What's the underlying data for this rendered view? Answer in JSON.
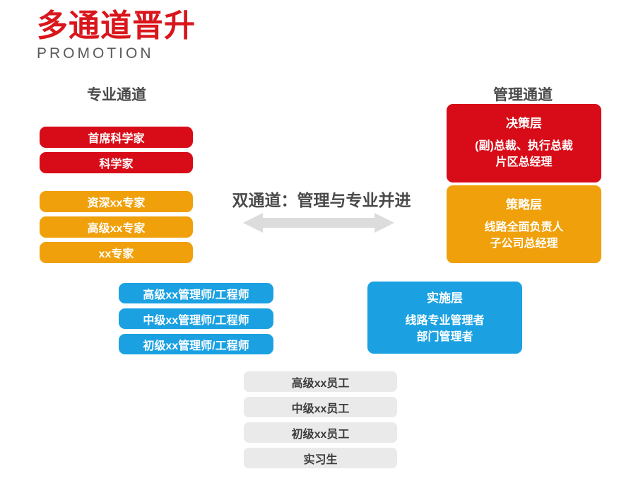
{
  "title": {
    "main": "多通道晋升",
    "sub": "PROMOTION",
    "accent_color": "#d9161c"
  },
  "headings": {
    "professional": "专业通道",
    "management": "管理通道"
  },
  "center": {
    "label": "双通道：管理与专业并进",
    "arrow": "double-headed-horizontal-arrow",
    "arrow_color": "#dcdcdc"
  },
  "colors": {
    "red": "#d80c18",
    "orange": "#f0a00a",
    "blue": "#1ba1e2",
    "grey": "#eaeaea",
    "text_dark": "#4a4a4a"
  },
  "professional_track": [
    {
      "label": "首席科学家",
      "color": "red"
    },
    {
      "label": "科学家",
      "color": "red"
    },
    {
      "label": "资深xx专家",
      "color": "orange"
    },
    {
      "label": "高级xx专家",
      "color": "orange"
    },
    {
      "label": "xx专家",
      "color": "orange"
    }
  ],
  "management_track": [
    {
      "title": "决策层",
      "lines": [
        "(副)总裁、执行总裁",
        "片区总经理"
      ],
      "color": "red"
    },
    {
      "title": "策略层",
      "lines": [
        "线路全面负责人",
        "子公司总经理"
      ],
      "color": "orange"
    },
    {
      "title": "实施层",
      "lines": [
        "线路专业管理者",
        "部门管理者"
      ],
      "color": "blue"
    }
  ],
  "professional_mid_track": [
    {
      "label": "高级xx管理师/工程师",
      "color": "blue"
    },
    {
      "label": "中级xx管理师/工程师",
      "color": "blue"
    },
    {
      "label": "初级xx管理师/工程师",
      "color": "blue"
    }
  ],
  "base_track": [
    {
      "label": "高级xx员工",
      "color": "grey"
    },
    {
      "label": "中级xx员工",
      "color": "grey"
    },
    {
      "label": "初级xx员工",
      "color": "grey"
    },
    {
      "label": "实习生",
      "color": "grey"
    }
  ]
}
